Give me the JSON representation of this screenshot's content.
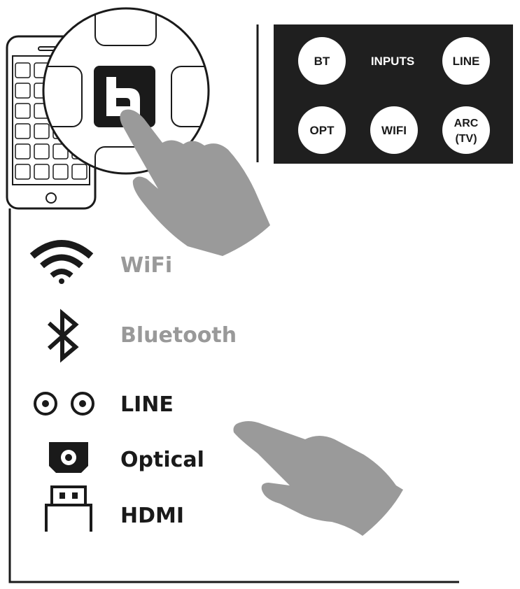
{
  "remote_panel": {
    "title": "INPUTS",
    "buttons": {
      "bt": "BT",
      "line": "LINE",
      "opt": "OPT",
      "wifi": "WIFI",
      "arc_line1": "ARC",
      "arc_line2": "(TV)"
    }
  },
  "sources": [
    {
      "label": "WiFi",
      "icon": "wifi-icon",
      "state": "inactive"
    },
    {
      "label": "Bluetooth",
      "icon": "bluetooth-icon",
      "state": "inactive"
    },
    {
      "label": "LINE",
      "icon": "line-rca-icon",
      "state": "active"
    },
    {
      "label": "Optical",
      "icon": "optical-icon",
      "state": "active"
    },
    {
      "label": "HDMI",
      "icon": "hdmi-icon",
      "state": "active"
    }
  ],
  "colors": {
    "ink": "#1a1a1a",
    "panel": "#1f1f1f",
    "inactive_text": "#999999",
    "hand": "#9a9a9a"
  }
}
